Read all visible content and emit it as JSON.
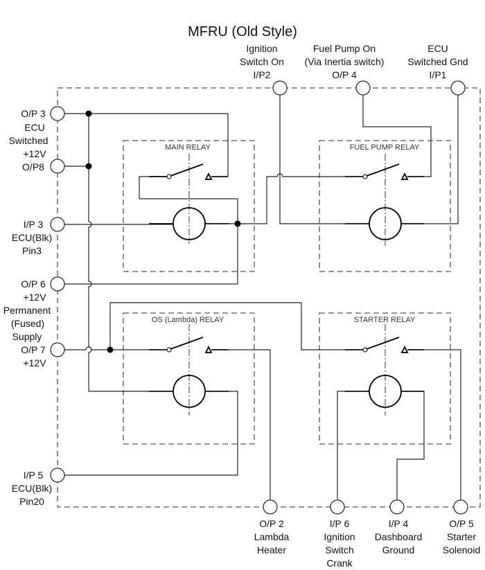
{
  "title": "MFRU (Old Style)",
  "relays": {
    "main": "MAIN RELAY",
    "fuel_pump": "FUEL PUMP RELAY",
    "os_lambda": "OS (Lambda) RELAY",
    "starter": "STARTER RELAY"
  },
  "left_terminals": {
    "op3_op8": [
      "O/P 3",
      "ECU",
      "Switched",
      "+12V",
      "O/P8"
    ],
    "ip3": [
      "I/P 3",
      "ECU(Blk)",
      "Pin3"
    ],
    "op6_op7": [
      "O/P 6",
      "+12V",
      "Permanent",
      "(Fused)",
      "Supply",
      "O/P 7",
      "+12V"
    ],
    "ip5": [
      "I/P 5",
      "ECU(Blk)",
      "Pin20"
    ]
  },
  "top_terminals": {
    "ip2": [
      "Ignition",
      "Switch On",
      "I/P2"
    ],
    "op4": [
      "Fuel Pump On",
      "(Via Inertia switch)",
      "O/P 4"
    ],
    "ip1": [
      "ECU",
      "Switched Gnd",
      "I/P1"
    ]
  },
  "bottom_terminals": {
    "op2": [
      "O/P 2",
      "Lambda",
      "Heater"
    ],
    "ip6": [
      "I/P 6",
      "Ignition",
      "Switch",
      "Crank"
    ],
    "ip4": [
      "I/P 4",
      "Dashboard",
      "Ground"
    ],
    "op5": [
      "O/P 5",
      "Starter",
      "Solenoid"
    ]
  }
}
